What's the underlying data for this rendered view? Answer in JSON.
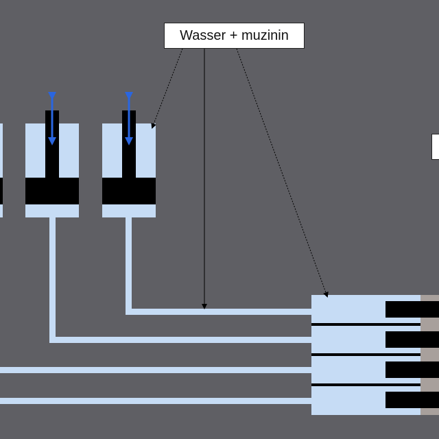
{
  "diagram": {
    "title_label": "Wasser + muzinin",
    "right_label": "",
    "colors": {
      "background": "#5f5f64",
      "fluid": "#c6dcf5",
      "piston": "#000000",
      "arrow": "#2a66e0",
      "manifold_edge": "#a8a09c",
      "label_bg": "#ffffff"
    },
    "cylinders": [
      {
        "name": "partial-left-cylinder",
        "visible": "partial"
      },
      {
        "name": "cylinder-1",
        "motion": "up-down"
      },
      {
        "name": "cylinder-2",
        "motion": "up-down"
      }
    ],
    "manifold": {
      "channels": 4
    },
    "annotations": [
      {
        "from": "title_label",
        "to": "cylinder-2",
        "style": "dotted"
      },
      {
        "from": "title_label",
        "to": "tube-1",
        "style": "solid"
      },
      {
        "from": "title_label",
        "to": "manifold",
        "style": "dotted"
      }
    ]
  }
}
